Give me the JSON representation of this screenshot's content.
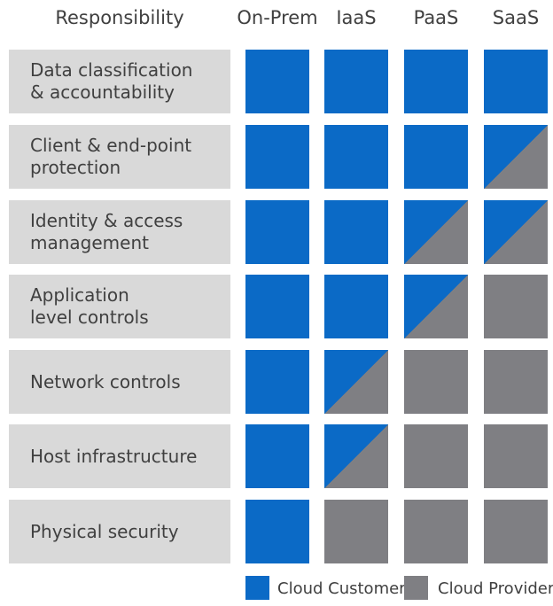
{
  "header": {
    "responsibility": "Responsibility",
    "columns": [
      "On-Prem",
      "IaaS",
      "PaaS",
      "SaaS"
    ]
  },
  "rows": [
    {
      "label": "Data classification\n& accountability",
      "cells": [
        "customer",
        "customer",
        "customer",
        "customer"
      ]
    },
    {
      "label": "Client & end-point\nprotection",
      "cells": [
        "customer",
        "customer",
        "customer",
        "shared"
      ]
    },
    {
      "label": "Identity & access\nmanagement",
      "cells": [
        "customer",
        "customer",
        "shared",
        "shared"
      ]
    },
    {
      "label": "Application\nlevel controls",
      "cells": [
        "customer",
        "customer",
        "shared",
        "provider"
      ]
    },
    {
      "label": "Network controls",
      "cells": [
        "customer",
        "shared",
        "provider",
        "provider"
      ]
    },
    {
      "label": "Host infrastructure",
      "cells": [
        "customer",
        "shared",
        "provider",
        "provider"
      ]
    },
    {
      "label": "Physical security",
      "cells": [
        "customer",
        "provider",
        "provider",
        "provider"
      ]
    }
  ],
  "legend": {
    "customer": "Cloud Customer",
    "provider": "Cloud Provider"
  },
  "colors": {
    "customer": "#0b6ac6",
    "provider": "#7f7f83",
    "label_bg": "#d9d9d9",
    "text": "#404040"
  }
}
